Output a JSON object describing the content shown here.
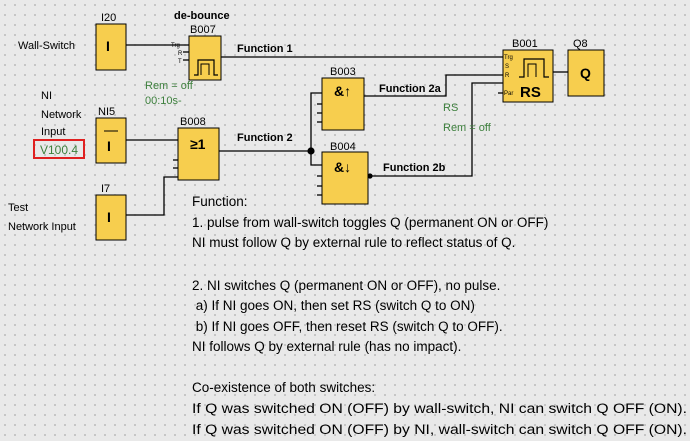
{
  "blocks": {
    "I20": {
      "name": "I20",
      "symbol": "I"
    },
    "NI5": {
      "name": "NI5",
      "symbol": "I"
    },
    "I7": {
      "name": "I7",
      "symbol": "I"
    },
    "B007": {
      "name": "B007",
      "pins": [
        "Trg",
        "R",
        "T"
      ]
    },
    "B008": {
      "name": "B008",
      "symbol": "≥1"
    },
    "B003": {
      "name": "B003",
      "symbol": "&↑"
    },
    "B004": {
      "name": "B004",
      "symbol": "&↓"
    },
    "B001": {
      "name": "B001",
      "symbol": "RS",
      "pins": [
        "Trg",
        "S",
        "R",
        "Par"
      ]
    },
    "Q8": {
      "name": "Q8",
      "symbol": "Q"
    }
  },
  "labels": {
    "wall_switch": "Wall-Switch",
    "ni_line1": "NI",
    "ni_line2": "Network",
    "ni_line3": "Input",
    "ni_address": "V100.4",
    "test_line1": "Test",
    "test_line2": "Network Input",
    "debounce": "de-bounce",
    "b007_param1": "Rem = off",
    "b007_param2": "00:10s-",
    "b001_param1": "RS",
    "b001_param2": "Rem = off",
    "function1": "Function 1",
    "function2": "Function 2",
    "function2a": "Function 2a",
    "function2b": "Function 2b"
  },
  "description": [
    "Function:",
    "1. pulse from wall-switch toggles Q (permanent ON or OFF)",
    "NI must follow Q by external rule to reflect status of Q.",
    "",
    "2. NI switches Q (permanent ON or OFF), no pulse.",
    " a) If NI goes ON, then set RS (switch Q to ON)",
    " b) If NI goes OFF, then reset RS (switch Q to OFF).",
    "NI follows Q by external rule (has no impact).",
    "",
    "Co-existence of both switches:",
    "If Q was switched ON (OFF) by wall-switch, NI can switch Q OFF (ON).",
    "If Q was switched ON (OFF) by NI, wall-switch can switch Q OFF (ON)."
  ],
  "colors": {
    "block_fill": "#f7ce4e",
    "param_text": "#3c7f3c",
    "highlight_box": "#e02020",
    "background": "#e9e9e9"
  }
}
